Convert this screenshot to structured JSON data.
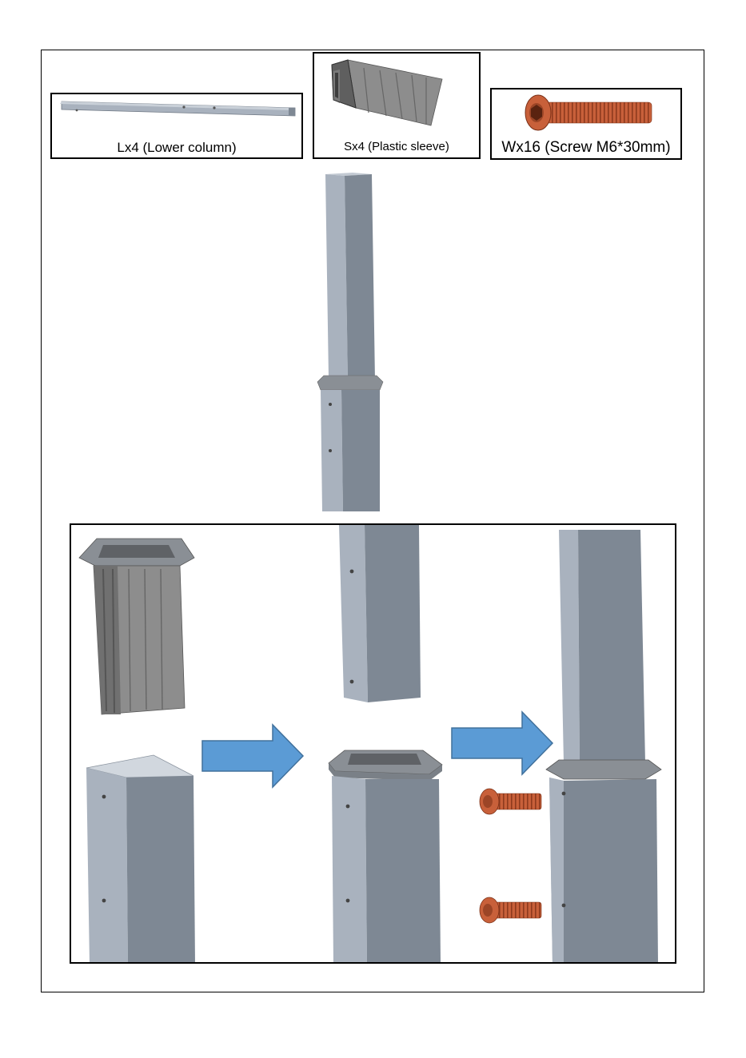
{
  "parts": {
    "lower_column": {
      "label": "Lx4 (Lower column)"
    },
    "plastic_sleeve": {
      "label": "Sx4 (Plastic sleeve)"
    },
    "screw": {
      "label": "Wx16 (Screw M6*30mm)"
    }
  },
  "colors": {
    "column_light": "#a9b2be",
    "column_dark": "#7e8894",
    "sleeve_gray": "#8a8a8a",
    "screw_orange": "#c8603a",
    "arrow_blue": "#5b9bd5",
    "arrow_outline": "#41719c"
  },
  "icons": [
    "lower-column-icon",
    "plastic-sleeve-icon",
    "screw-icon",
    "arrow-right-icon"
  ]
}
